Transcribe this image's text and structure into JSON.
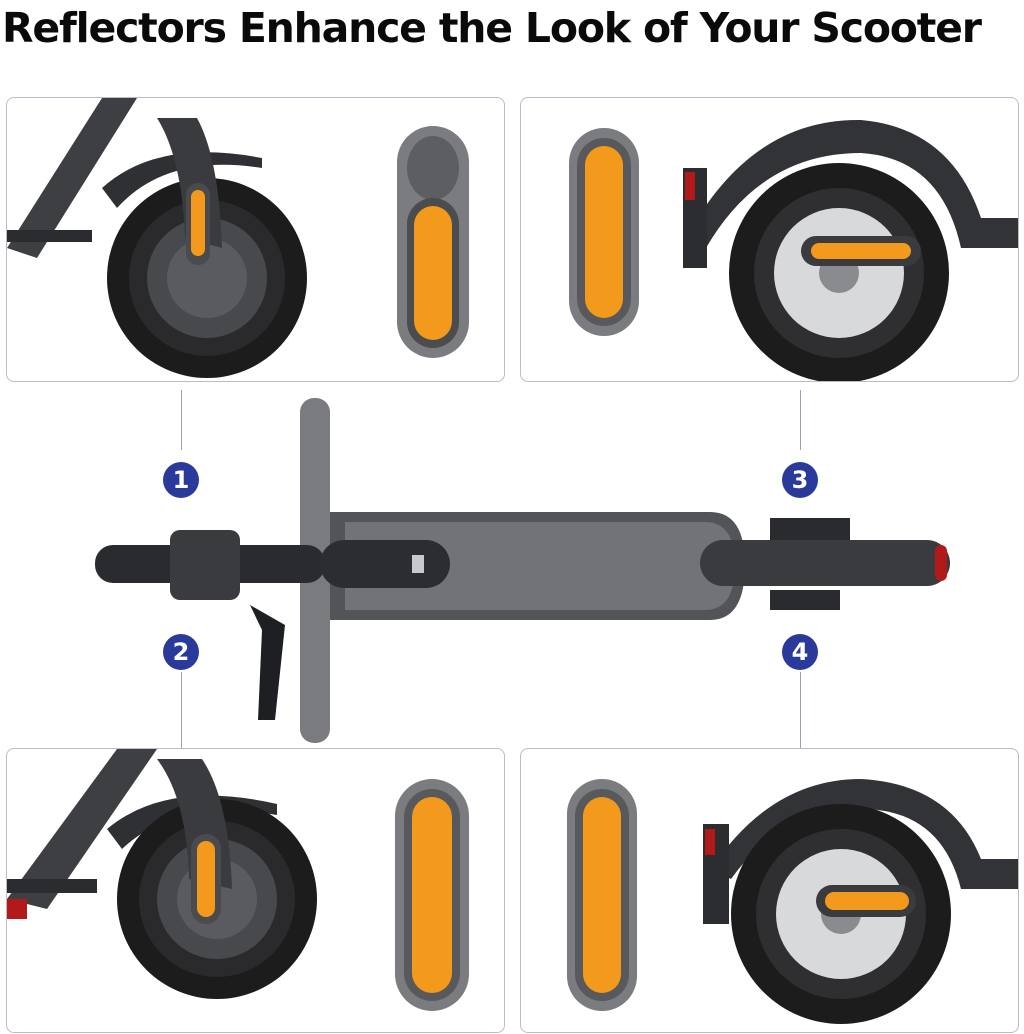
{
  "title": "Reflectors Enhance the Look of  Your Scooter",
  "callouts": [
    {
      "number": "1",
      "position": "front-left"
    },
    {
      "number": "2",
      "position": "front-right"
    },
    {
      "number": "3",
      "position": "rear-left"
    },
    {
      "number": "4",
      "position": "rear-right"
    }
  ],
  "colors": {
    "reflector": "#f39a1c",
    "badge": "#2a3a9a",
    "tire": "#1c1c1c",
    "frame": "#3a3b3e",
    "panel_border": "#b9bccb"
  }
}
